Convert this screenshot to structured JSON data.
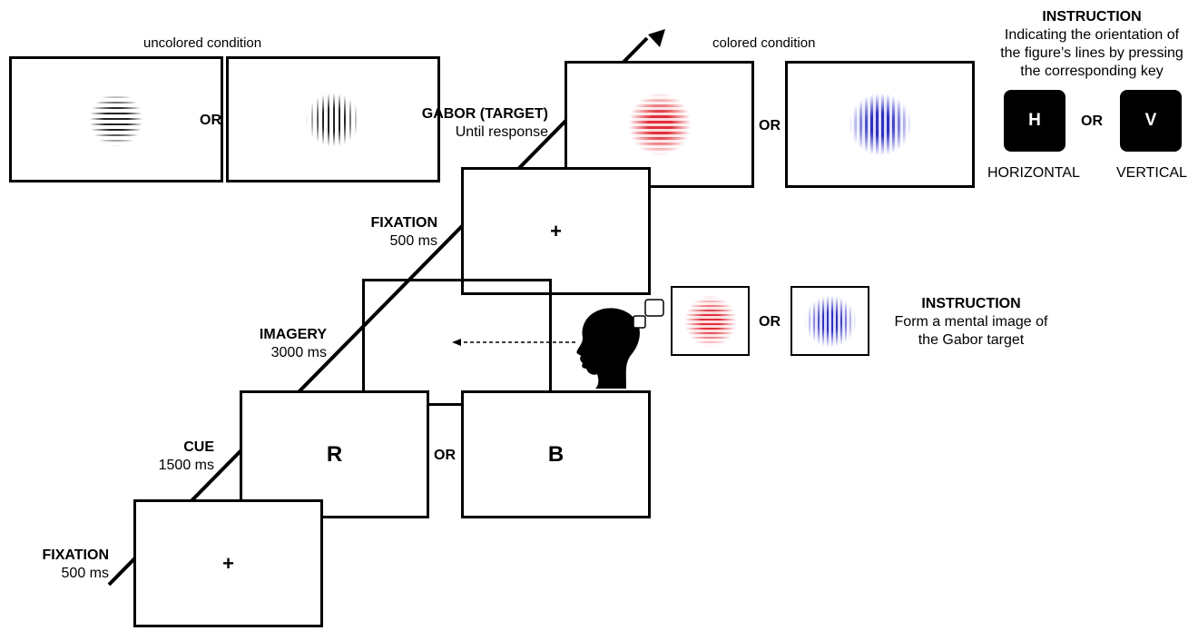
{
  "conditions": {
    "uncolored": "uncolored condition",
    "colored": "colored condition"
  },
  "or_label": "OR",
  "steps": {
    "fixation1": {
      "title": "FIXATION",
      "duration": "500 ms",
      "symbol": "+"
    },
    "cue": {
      "title": "CUE",
      "duration": "1500 ms",
      "options": [
        "R",
        "B"
      ]
    },
    "imagery": {
      "title": "IMAGERY",
      "duration": "3000 ms"
    },
    "fixation2": {
      "title": "FIXATION",
      "duration": "500 ms",
      "symbol": "+"
    },
    "gabor": {
      "title": "GABOR (TARGET)",
      "duration": "Until response"
    }
  },
  "instruction_response": {
    "title": "INSTRUCTION",
    "lines": [
      "Indicating the orientation of",
      "the figure’s lines by pressing",
      "the corresponding key"
    ],
    "keys": [
      {
        "key": "H",
        "label": "HORIZONTAL"
      },
      {
        "key": "V",
        "label": "VERTICAL"
      }
    ]
  },
  "instruction_imagery": {
    "title": "INSTRUCTION",
    "lines": [
      "Form a mental image of",
      "the Gabor target"
    ]
  },
  "colors": {
    "red": "#e0303a",
    "blue": "#3030c0",
    "gray": "#222222"
  }
}
